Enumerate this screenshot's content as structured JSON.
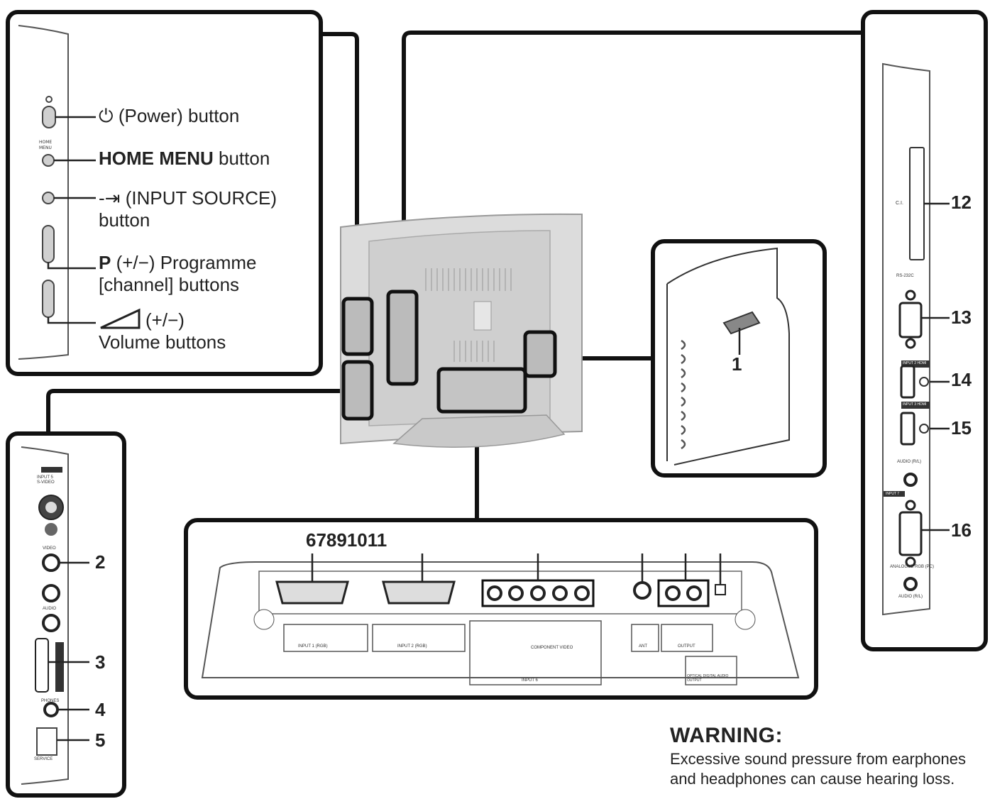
{
  "control_buttons": {
    "power": {
      "icon": "⏻",
      "text": "(Power) button"
    },
    "home_menu": {
      "bold": "HOME MENU",
      "text": " button"
    },
    "input_source": {
      "icon": "-⇥",
      "line1": "(INPUT SOURCE)",
      "line2": "button"
    },
    "programme": {
      "bold": "P",
      "line1": " (+/−) Programme",
      "line2": "[channel] buttons"
    },
    "volume": {
      "line1": "(+/−)",
      "line2": "Volume buttons"
    }
  },
  "callouts": {
    "c1": "1",
    "c2": "2",
    "c3": "3",
    "c4": "4",
    "c5": "5",
    "rear_row": "67891011",
    "c12": "12",
    "c13": "13",
    "c14": "14",
    "c15": "15",
    "c16": "16"
  },
  "panel_labels": {
    "left": [
      "HOME MENU",
      "INPUT 5",
      "S-VIDEO",
      "VIDEO",
      "AUDIO",
      "INPUT 4 HDMI",
      "PHONES",
      "SERVICE"
    ],
    "right": [
      "C.I.",
      "RS-232C",
      "INPUT 2 HDMI",
      "INPUT 3 HDMI",
      "AUDIO (R/L)",
      "INPUT 7",
      "ANALOGUE RGB (PC)",
      "AUDIO (R/L)"
    ],
    "bottom": [
      "INPUT 1 (RGB)",
      "INPUT 2 (RGB)",
      "COMPONENT VIDEO",
      "INPUT 6",
      "ANT",
      "OUTPUT",
      "OPTICAL DIGITAL AUDIO OUTPUT"
    ]
  },
  "warning": {
    "title": "WARNING:",
    "text": "Excessive sound pressure from earphones and headphones can cause hearing loss."
  },
  "colors": {
    "line": "#111111",
    "tv_body": "#dcdcdc",
    "tv_shade": "#b9b9b9"
  }
}
